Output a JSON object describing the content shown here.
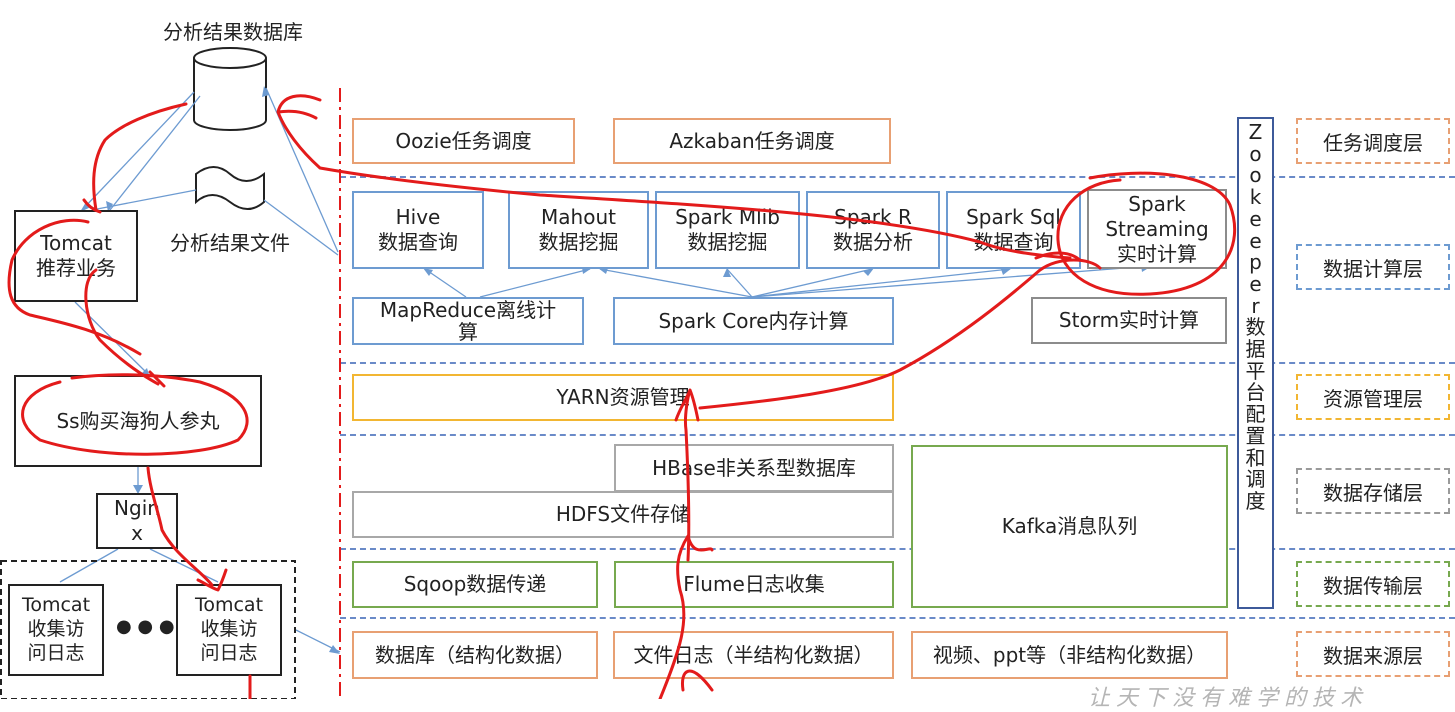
{
  "left": {
    "db_label": "分析结果数据库",
    "file_label": "分析结果文件",
    "tomcat_rec": "Tomcat\n推荐业务",
    "shop": "Ss购买海狗人参丸",
    "nginx": "Ngin\nx",
    "tomcat_log_1": "Tomcat\n收集访\n问日志",
    "tomcat_log_2": "Tomcat\n收集访\n问日志",
    "dots": "● ● ●"
  },
  "scheduling": {
    "oozie": "Oozie任务调度",
    "azkaban": "Azkaban任务调度"
  },
  "compute": {
    "hive": "Hive\n数据查询",
    "mahout": "Mahout\n数据挖掘",
    "mlib": "Spark Mlib\n数据挖掘",
    "sparkr": "Spark R\n数据分析",
    "sparksql": "Spark Sql\n数据查询",
    "streaming": "Spark\nStreaming\n实时计算",
    "mapreduce": "MapReduce离线计\n算",
    "sparkcore": "Spark Core内存计算",
    "storm": "Storm实时计算"
  },
  "resource": {
    "yarn": "YARN资源管理"
  },
  "storage": {
    "hbase": "HBase非关系型数据库",
    "hdfs": "HDFS文件存储",
    "kafka": "Kafka消息队列"
  },
  "transfer": {
    "sqoop": "Sqoop数据传递",
    "flume": "Flume日志收集"
  },
  "source": {
    "db": "数据库（结构化数据）",
    "log": "文件日志（半结构化数据）",
    "video": "视频、ppt等（非结构化数据）"
  },
  "zookeeper": [
    "Z",
    "o",
    "o",
    "k",
    "e",
    "e",
    "p",
    "e",
    "r",
    "数",
    "据",
    "平",
    "台",
    "配",
    "置",
    "和",
    "调",
    "度"
  ],
  "layers": {
    "task": "任务调度层",
    "compute": "数据计算层",
    "resource": "资源管理层",
    "storage": "数据存储层",
    "transfer": "数据传输层",
    "source": "数据来源层"
  },
  "watermark": "让天下没有难学的技术",
  "colors": {
    "annotation_red": "#e31b1b",
    "orange": "#e8a073",
    "blue": "#6d9bd1",
    "green": "#77a94f",
    "yellow": "#f2b632",
    "gray": "#8c8c8c"
  }
}
